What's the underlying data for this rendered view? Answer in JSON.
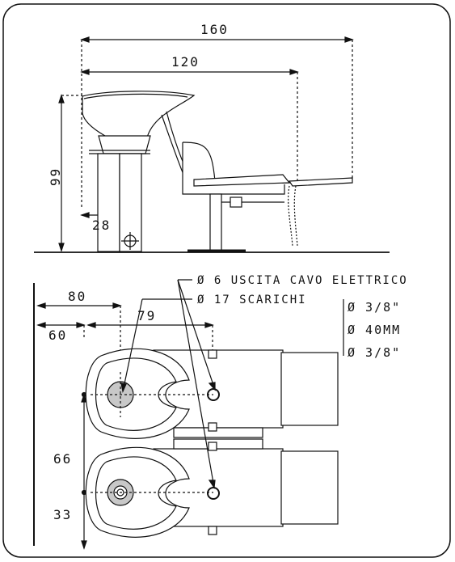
{
  "dimensions": {
    "total_length": "160",
    "chair_length": "120",
    "height": "99",
    "pedestal_offset": "28",
    "bowl_offset": "80",
    "drain_offset": "79",
    "base_offset": "60",
    "unit_spacing": "66",
    "half_spacing": "33"
  },
  "callouts": {
    "cable_outlet": "Ø 6 USCITA CAVO ELETTRICO",
    "drain": "Ø 17 SCARICHI"
  },
  "pipe_sizes": [
    "Ø 3/8\"",
    "Ø 40MM",
    "Ø 3/8\""
  ],
  "colors": {
    "line": "#111111",
    "basin_fill": "#c8c8c8",
    "background": "#ffffff"
  }
}
